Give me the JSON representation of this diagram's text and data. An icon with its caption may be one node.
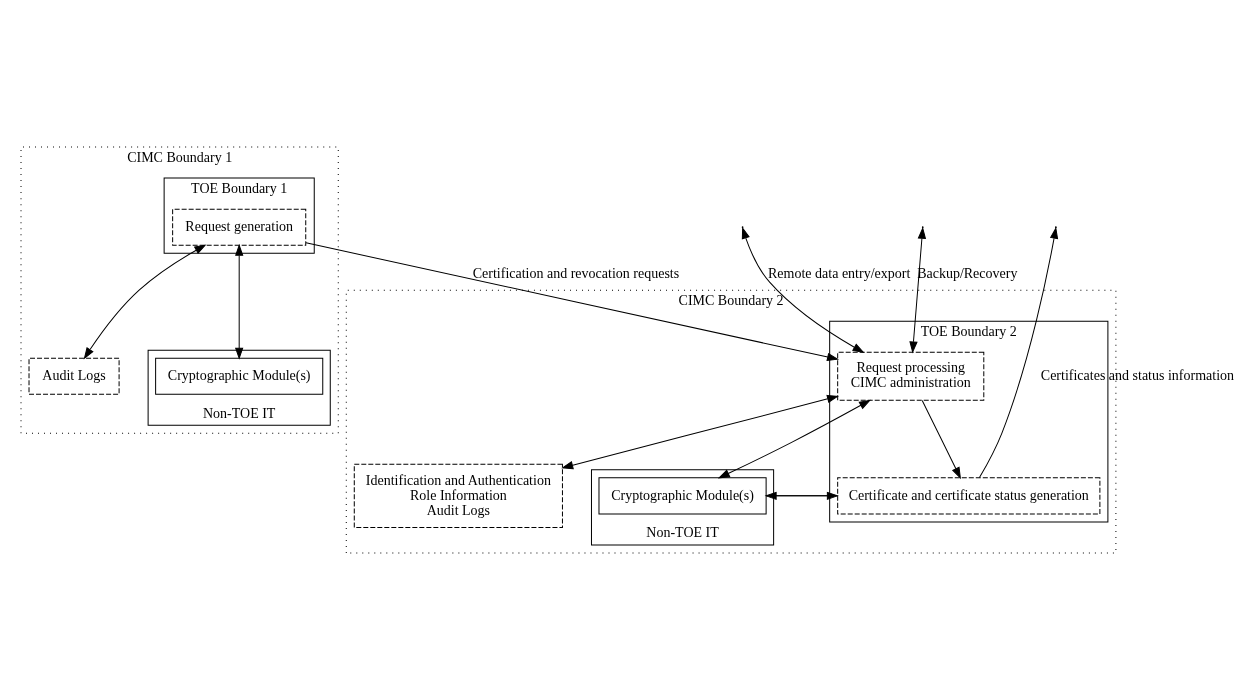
{
  "diagram": {
    "nodes": [
      {
        "text": [
          "CIMC Boundary 1"
        ]
      },
      {
        "text": [
          "TOE Boundary 1"
        ],
        "in": 0
      },
      {
        "text": [
          "Request generation"
        ],
        "in": 1
      },
      {
        "text": [
          "Audit Logs"
        ],
        "in": 0
      },
      {
        "text": [
          "Non-TOE IT"
        ],
        "in": 0
      },
      {
        "text": [
          "Cryptographic Module(s)"
        ],
        "in": 4
      },
      {
        "text": [
          "CIMC Boundary 2"
        ]
      },
      {
        "text": [
          "TOE Boundary 2"
        ],
        "in": 6
      },
      {
        "text": [
          "Request processing",
          "CIMC administration"
        ],
        "in": 7
      },
      {
        "text": [
          "Certificate and certificate status generation"
        ],
        "in": 7
      },
      {
        "text": [
          "Identification and Authentication",
          "Role Information",
          "Audit Logs"
        ],
        "in": 6
      },
      {
        "text": [
          "Non-TOE IT"
        ],
        "in": 6
      },
      {
        "text": [
          "Cryptographic Module(s)"
        ],
        "in": 11
      }
    ],
    "edges": [
      {
        "from": 2,
        "to": 8,
        "arrow": "to",
        "label": "Certification and revocation requests"
      },
      {
        "from": 2,
        "to": 3,
        "arrow": "both"
      },
      {
        "from": 2,
        "to": 5,
        "arrow": "both"
      },
      {
        "from": 8,
        "to": 9,
        "arrow": "to"
      },
      {
        "from": 9,
        "to": null,
        "arrow": "to",
        "label": "Certificates and status information"
      },
      {
        "from": 8,
        "to": null,
        "arrow": "both",
        "label": "Remote data entry/export"
      },
      {
        "from": 8,
        "to": null,
        "arrow": "both",
        "label": "Backup/Recovery"
      },
      {
        "from": 9,
        "to": 12,
        "arrow": "to"
      },
      {
        "from": 12,
        "to": 9,
        "arrow": "to"
      },
      {
        "from": 8,
        "to": 12,
        "arrow": "both"
      },
      {
        "from": 8,
        "to": 10,
        "arrow": "both"
      }
    ]
  }
}
